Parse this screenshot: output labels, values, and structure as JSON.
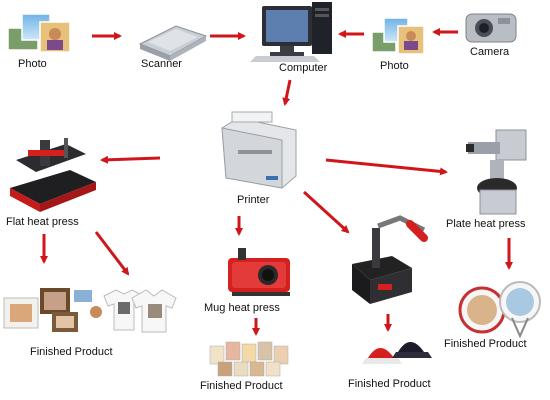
{
  "labels": {
    "photo_left": "Photo",
    "scanner": "Scanner",
    "computer": "Computer",
    "photo_right": "Photo",
    "camera": "Camera",
    "printer": "Printer",
    "flat_press": "Flat heat press",
    "mug_press": "Mug heat press",
    "plate_press": "Plate heat press",
    "finished_flat": "Finished Product",
    "finished_mug": "Finished Product",
    "finished_cap": "Finished Product",
    "finished_plate": "Finished Product"
  },
  "colors": {
    "arrow": "#d0161b",
    "press_red": "#d52020",
    "machine_grey": "#b8bcc4",
    "dark": "#2a2a2a"
  }
}
